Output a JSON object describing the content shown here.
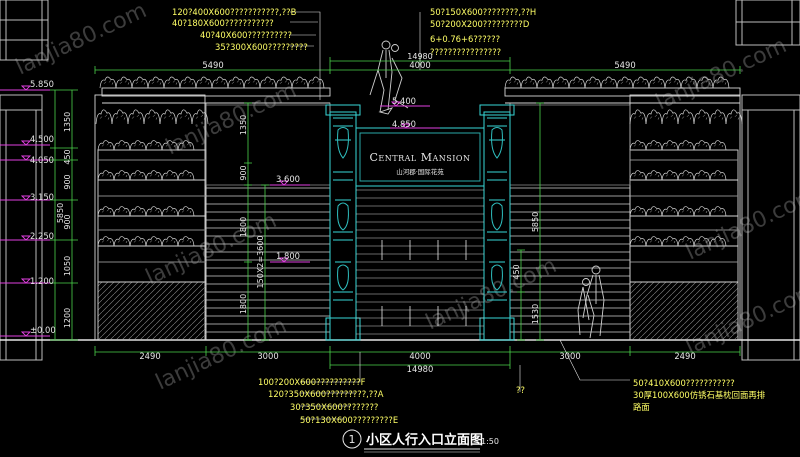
{
  "colors": {
    "background": "#000000",
    "line_white": "#e6e6e6",
    "line_gray": "#9a9a9a",
    "dimension_green": "#4bd34b",
    "level_magenta": "#e040e0",
    "text_yellow": "#ffff66",
    "center_cyan": "#37d7d7"
  },
  "sign": {
    "latin": "Central Mansion",
    "cn": "山河郡·国际花苑"
  },
  "top_notes_left": [
    "120?400X600???????????,??B",
    "40?180X600???????????",
    "40?40X600??????????",
    "35?300X600?????????"
  ],
  "top_notes_right": [
    "50?150X600????????,??H",
    "50?200X200?????????D",
    "6+0.76+6??????",
    "????????????????"
  ],
  "bottom_notes_left": [
    "100?200X600??????????F",
    "120?350X600?????????,??A",
    "30?350X600????????",
    "50?130X600?????????E"
  ],
  "bottom_notes_right": [
    "50?410X600???????????",
    "30厚100X600仿锈石基枕回面再排",
    "路面"
  ],
  "marker_qq": "??",
  "elevations_left": [
    "5.850",
    "4.500",
    "4.050",
    "3.150",
    "2.250",
    "1.200",
    "±0.00"
  ],
  "elevations_inner": [
    "5.400",
    "4.850",
    "3.600",
    "1.800"
  ],
  "vertical_dims_left": [
    "1350",
    "450",
    "900",
    "900",
    "1050",
    "1200",
    "5850"
  ],
  "vertical_dims_mid": [
    "1350",
    "900",
    "1800",
    "1800",
    "150X2=3600"
  ],
  "vertical_dims_right": [
    "5850",
    "450",
    "1530"
  ],
  "top_dims": {
    "overall": "14980",
    "center": "4000",
    "left": "5490",
    "right": "5490"
  },
  "bottom_dims": {
    "segments": [
      "2490",
      "3000",
      "4000",
      "3000",
      "2490"
    ],
    "overall": "14980"
  },
  "title": {
    "number": "1",
    "text": "小区人行入口立面图",
    "scale": "1:50"
  },
  "watermark": "lanjia80.com"
}
